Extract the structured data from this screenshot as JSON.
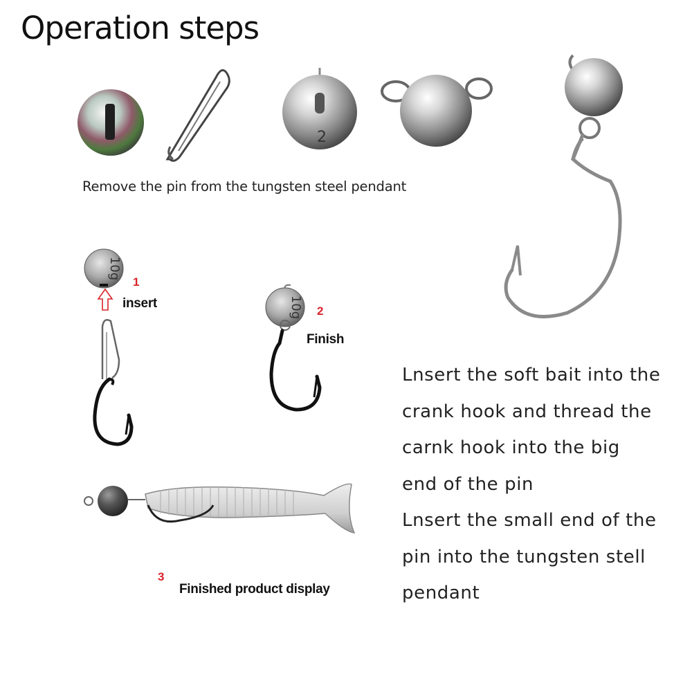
{
  "title": "Operation steps",
  "caption_top": "Remove the pin from the tungsten steel pendant",
  "step1": {
    "number": "1",
    "label": "insert",
    "weight_mark": "10g"
  },
  "step2": {
    "number": "2",
    "label": "Finish",
    "weight_mark": "10g"
  },
  "step3": {
    "number": "3",
    "label": "Finished product display"
  },
  "sinker_mark": "2",
  "description_lines": [
    "Lnsert the soft bait into the",
    "crank hook and thread the",
    "carnk hook into the big",
    "end of the pin",
    "Lnsert the small end of the",
    "pin into the tungsten stell",
    "pendant"
  ]
}
